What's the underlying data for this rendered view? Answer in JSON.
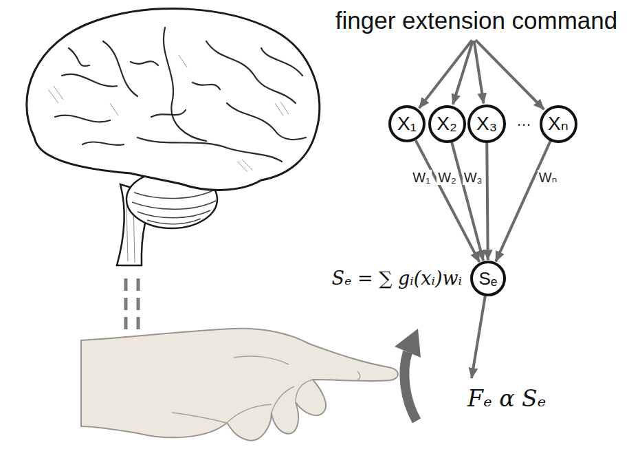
{
  "diagram": {
    "nodes": [
      {
        "text": [
          "X₁"
        ]
      },
      {
        "text": [
          "X₂"
        ]
      },
      {
        "text": [
          "X₃"
        ]
      },
      {
        "text": [
          "Xₙ"
        ]
      },
      {
        "text": [
          "Sₑ"
        ]
      }
    ],
    "edges": [
      {
        "from": 0,
        "to": 4,
        "arrow": "to",
        "label": "W₁"
      },
      {
        "from": 1,
        "to": 4,
        "arrow": "to",
        "label": "W₂"
      },
      {
        "from": 2,
        "to": 4,
        "arrow": "to",
        "label": "W₃"
      },
      {
        "from": 3,
        "to": 4,
        "arrow": "to",
        "label": "Wₙ"
      }
    ],
    "labels": [
      "finger extension command",
      "…",
      "Sₑ = ∑ gᵢ(xᵢ)wᵢ",
      "Fₑ α Sₑ"
    ]
  }
}
